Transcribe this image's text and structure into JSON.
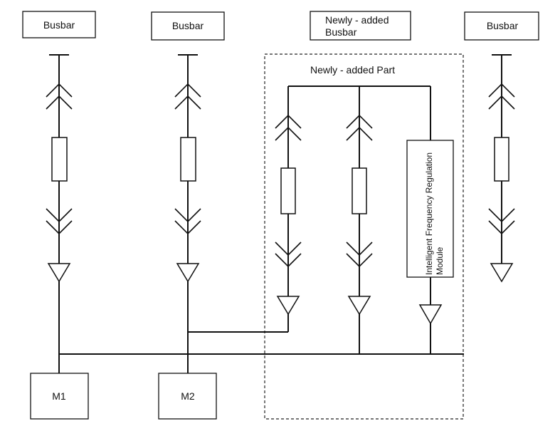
{
  "diagram": {
    "busbar_1": "Busbar",
    "busbar_2": "Busbar",
    "new_busbar_line1": "Newly - added",
    "new_busbar_line2": "Busbar",
    "busbar_4": "Busbar",
    "new_part_label": "Newly - added Part",
    "module_line1": "Intelligent Frequency Regulation",
    "module_line2": "Module",
    "motor_1": "M1",
    "motor_2": "M2"
  }
}
